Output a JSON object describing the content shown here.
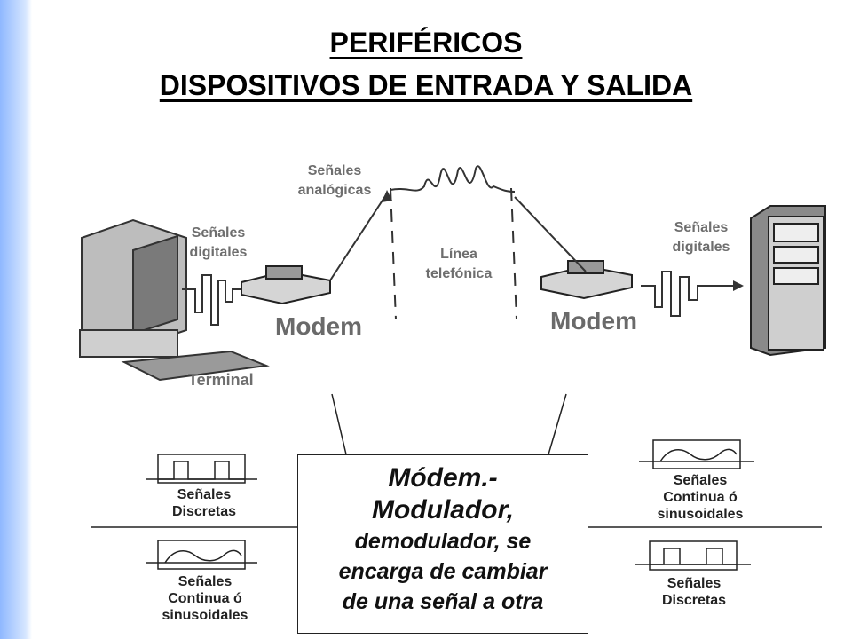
{
  "title": {
    "line1": "PERIFÉRICOS",
    "line2": "DISPOSITIVOS DE ENTRADA Y SALIDA"
  },
  "diagram": {
    "analog_label_1": "Señales",
    "analog_label_2": "analógicas",
    "digital_left_1": "Señales",
    "digital_left_2": "digitales",
    "digital_right_1": "Señales",
    "digital_right_2": "digitales",
    "line_label_1": "Línea",
    "line_label_2": "telefónica",
    "modem_left": "Modem",
    "modem_right": "Modem",
    "terminal": "Terminal"
  },
  "signals": {
    "top_left": [
      "Señales",
      "Discretas"
    ],
    "bottom_left": [
      "Señales",
      "Continua ó",
      "sinusoidales"
    ],
    "top_right": [
      "Señales",
      "Continua ó",
      "sinusoidales"
    ],
    "bottom_right": [
      "Señales",
      "Discretas"
    ]
  },
  "modem_box": {
    "title": "Módem.-",
    "subtitle": "Modulador,",
    "desc1": "demodulador, se",
    "desc2": "encarga de cambiar",
    "desc3": "de una señal a otra"
  }
}
